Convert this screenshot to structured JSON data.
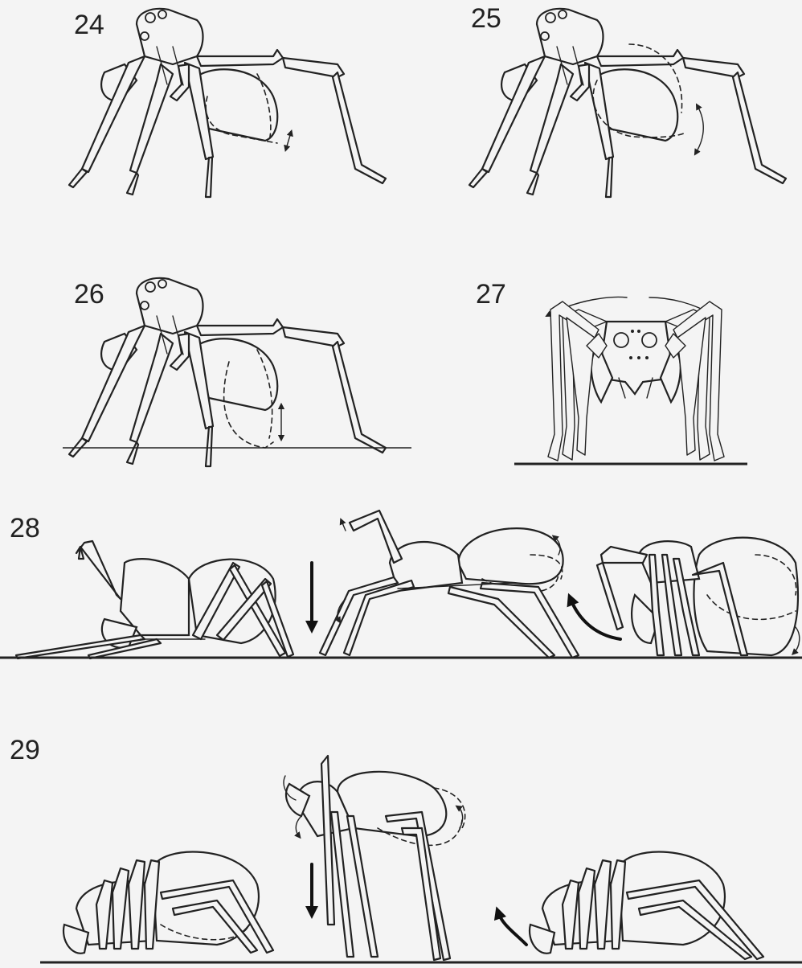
{
  "figures": [
    {
      "id": "24",
      "label": "24"
    },
    {
      "id": "25",
      "label": "25"
    },
    {
      "id": "26",
      "label": "26"
    },
    {
      "id": "27",
      "label": "27"
    },
    {
      "id": "28",
      "label": "28"
    },
    {
      "id": "29",
      "label": "29"
    }
  ],
  "colors": {
    "background": "#f4f4f4",
    "ink": "#222222"
  },
  "icons": [
    "spider-side-view",
    "spider-front-view",
    "movement-arrow",
    "down-arrow",
    "curved-arrow",
    "double-headed-arrow"
  ]
}
